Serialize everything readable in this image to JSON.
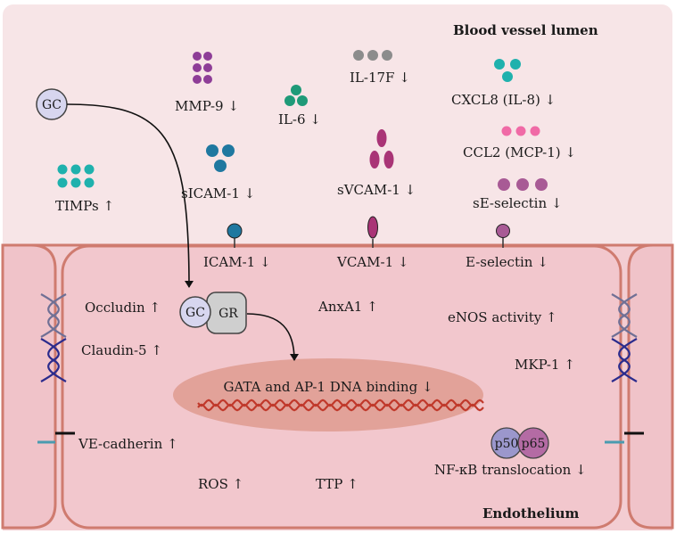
{
  "regions": {
    "lumen_title": "Blood vessel lumen",
    "endothelium_title": "Endothelium"
  },
  "glucocorticoid": {
    "gc_label": "GC",
    "gr_label": "GR"
  },
  "soluble_factors": {
    "mmp9": "MMP-9 ↓",
    "il6": "IL-6 ↓",
    "il17f": "IL-17F ↓",
    "cxcl8": "CXCL8 (IL-8) ↓",
    "ccl2": "CCL2 (MCP-1) ↓",
    "sicam1": "sICAM-1 ↓",
    "svcam1": "sVCAM-1 ↓",
    "seselectin": "sE-selectin ↓",
    "timps": "TIMPs ↑"
  },
  "membrane_receptors": {
    "icam1": "ICAM-1 ↓",
    "vcam1": "VCAM-1 ↓",
    "eselectin": "E-selectin ↓"
  },
  "cell_effects": {
    "occludin": "Occludin ↑",
    "claudin5": "Claudin-5 ↑",
    "vecadherin": "VE-cadherin ↑",
    "anxa1": "AnxA1 ↑",
    "enos": "eNOS activity ↑",
    "mkp1": "MKP-1 ↑",
    "ros": "ROS ↑",
    "ttp": "TTP ↑",
    "nfkb": "NF-κB translocation ↓",
    "p50": "p50",
    "p65": "p65"
  },
  "nucleus": {
    "label": "GATA and AP-1 DNA binding ↓"
  },
  "colors": {
    "lumen_bg": "#f7e5e7",
    "cell_fill": "#f3cdd2",
    "cell_border": "#cf7b6f",
    "nucleus_fill": "#e2a299",
    "dna": "#c0392b",
    "purple": "#8e3d97",
    "teal": "#1fb1ad",
    "green": "#1f9a78",
    "gray": "#8c8c8c",
    "blue": "#1f78a0",
    "magenta": "#a93476",
    "pink": "#f06aa6",
    "mauve": "#a85a95",
    "gc_fill": "#d7d6ef",
    "gr_fill": "#cfcfcf",
    "p50_fill": "#9b97cc",
    "p65_fill": "#b46ba4"
  }
}
